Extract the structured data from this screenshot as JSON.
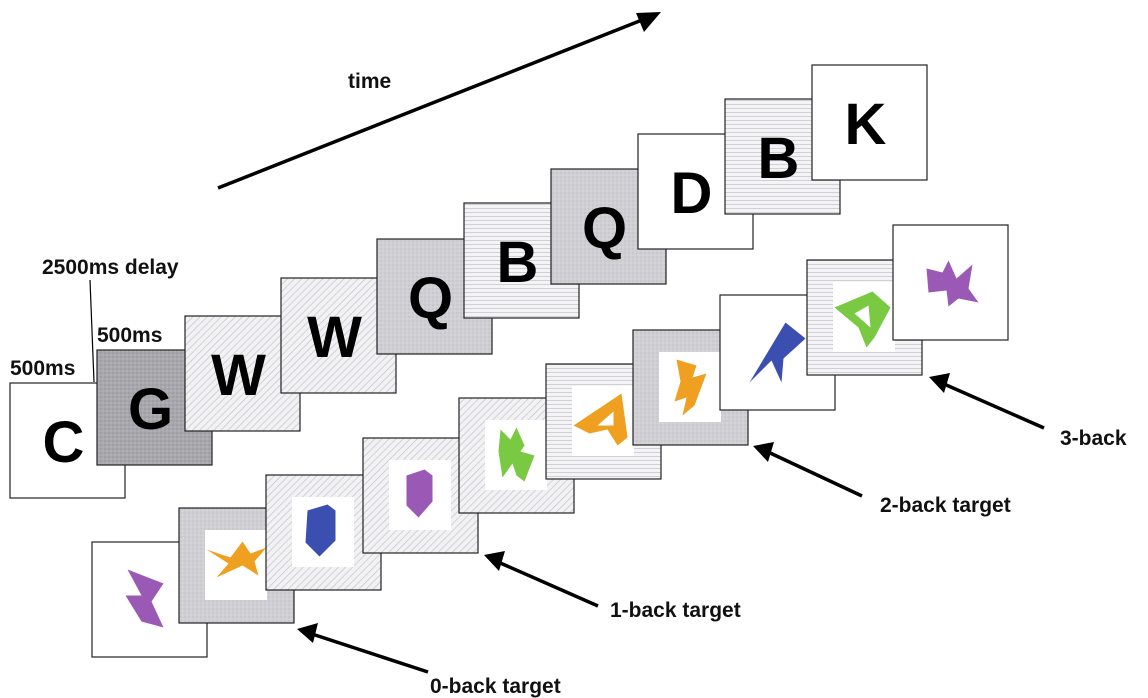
{
  "labels": {
    "time": "time",
    "delay_2500": "2500ms delay",
    "dur_500_first": "500ms",
    "dur_500_second": "500ms",
    "target_0back": "0-back target",
    "target_1back": "1-back target",
    "target_2back": "2-back target",
    "target_3back": "3-back"
  },
  "letter_sequence": [
    "C",
    "G",
    "W",
    "W",
    "Q",
    "B",
    "Q",
    "D",
    "B",
    "K"
  ],
  "shape_sequence": [
    {
      "shape": "purple-bowtie",
      "color": "#9b59b6"
    },
    {
      "shape": "orange-star",
      "color": "#f0a020"
    },
    {
      "shape": "blue-shield",
      "color": "#3a4fb0"
    },
    {
      "shape": "purple-shield",
      "color": "#9b59b6"
    },
    {
      "shape": "green-bolt",
      "color": "#7ac943"
    },
    {
      "shape": "orange-triangle",
      "color": "#f0a020"
    },
    {
      "shape": "orange-bolt",
      "color": "#f0a020"
    },
    {
      "shape": "blue-wedge",
      "color": "#3a4fb0"
    },
    {
      "shape": "green-triangle",
      "color": "#7ac943"
    },
    {
      "shape": "purple-fish",
      "color": "#9b59b6"
    }
  ],
  "colors": {
    "purple": "#9b59b6",
    "orange": "#f0a020",
    "blue": "#3a4fb0",
    "green": "#7ac943"
  }
}
